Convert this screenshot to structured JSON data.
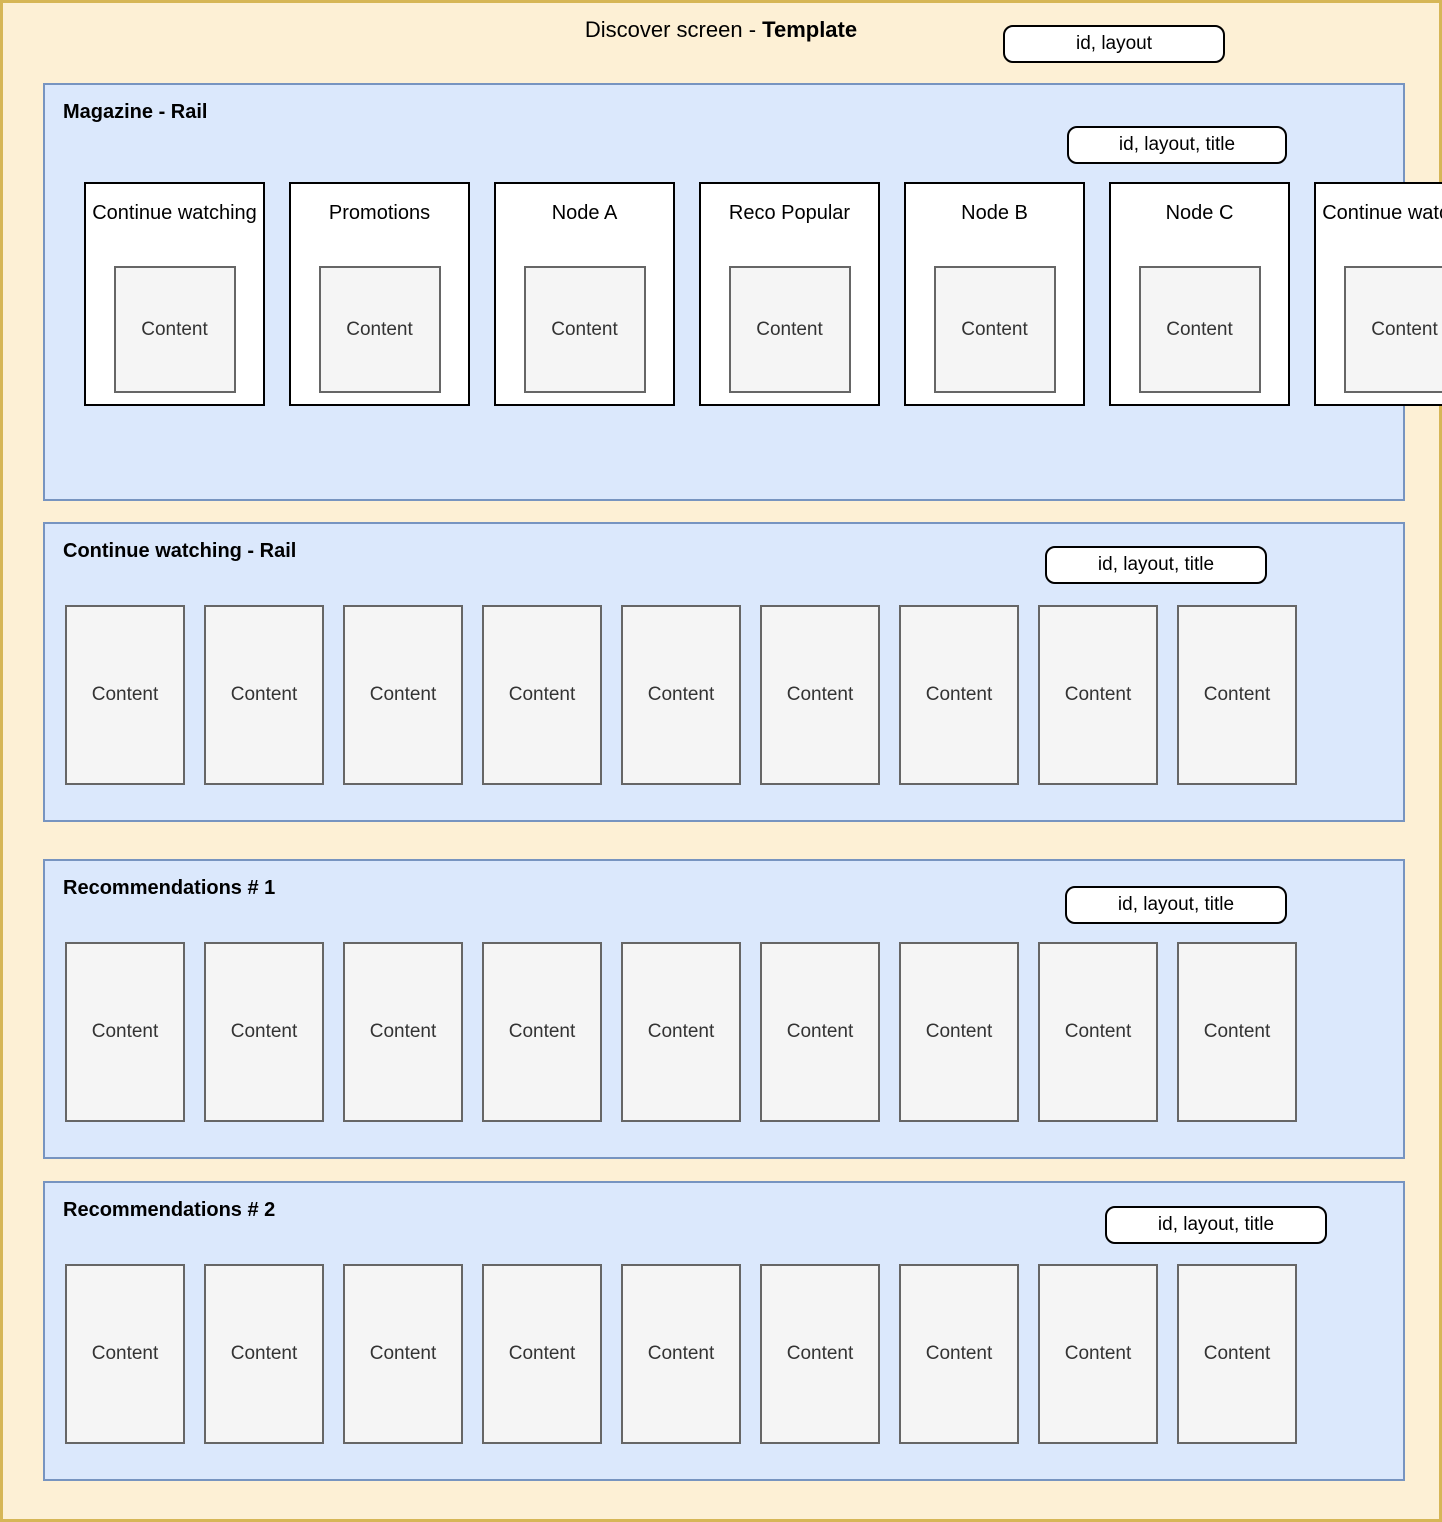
{
  "header": {
    "title_prefix": "Discover screen - ",
    "title_bold": "Template",
    "badge": "id, layout"
  },
  "sections": [
    {
      "title": "Magazine - Rail",
      "badge": "id, layout, title",
      "kind": "magazine",
      "cards": [
        {
          "title": "Continue watching",
          "content": "Content"
        },
        {
          "title": "Promotions",
          "content": "Content"
        },
        {
          "title": "Node A",
          "content": "Content"
        },
        {
          "title": "Reco Popular",
          "content": "Content"
        },
        {
          "title": "Node B",
          "content": "Content"
        },
        {
          "title": "Node C",
          "content": "Content"
        },
        {
          "title": "Continue watching",
          "content": "Content"
        }
      ]
    },
    {
      "title": "Continue watching - Rail",
      "badge": "id, layout, title",
      "kind": "rail",
      "tiles": [
        "Content",
        "Content",
        "Content",
        "Content",
        "Content",
        "Content",
        "Content",
        "Content",
        "Content"
      ]
    },
    {
      "title": "Recommendations # 1",
      "badge": "id, layout, title",
      "kind": "rail",
      "tiles": [
        "Content",
        "Content",
        "Content",
        "Content",
        "Content",
        "Content",
        "Content",
        "Content",
        "Content"
      ]
    },
    {
      "title": "Recommendations # 2",
      "badge": "id, layout, title",
      "kind": "rail",
      "tiles": [
        "Content",
        "Content",
        "Content",
        "Content",
        "Content",
        "Content",
        "Content",
        "Content",
        "Content"
      ]
    }
  ],
  "colors": {
    "page_background": "#fdf0d5",
    "page_border": "#d6b656",
    "panel_background": "#dbe8fc",
    "panel_border": "#7794c0",
    "card_background": "#ffffff",
    "card_border": "#000000",
    "tile_background": "#f5f5f5",
    "tile_border": "#666666"
  }
}
